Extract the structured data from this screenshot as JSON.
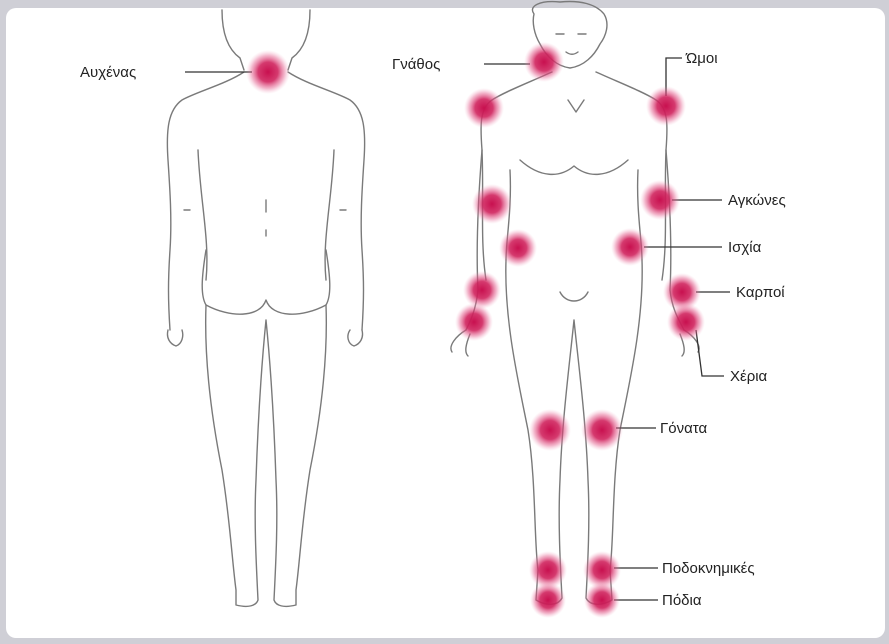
{
  "accent_color": "#d0245e",
  "labels": {
    "neck": "Αυχένας",
    "jaw": "Γνάθος",
    "shoulders": "Ώμοι",
    "elbows": "Αγκώνες",
    "hips": "Ισχία",
    "wrists": "Καρποί",
    "hands": "Χέρια",
    "knees": "Γόνατα",
    "ankles": "Ποδοκνημικές",
    "feet": "Πόδια"
  }
}
